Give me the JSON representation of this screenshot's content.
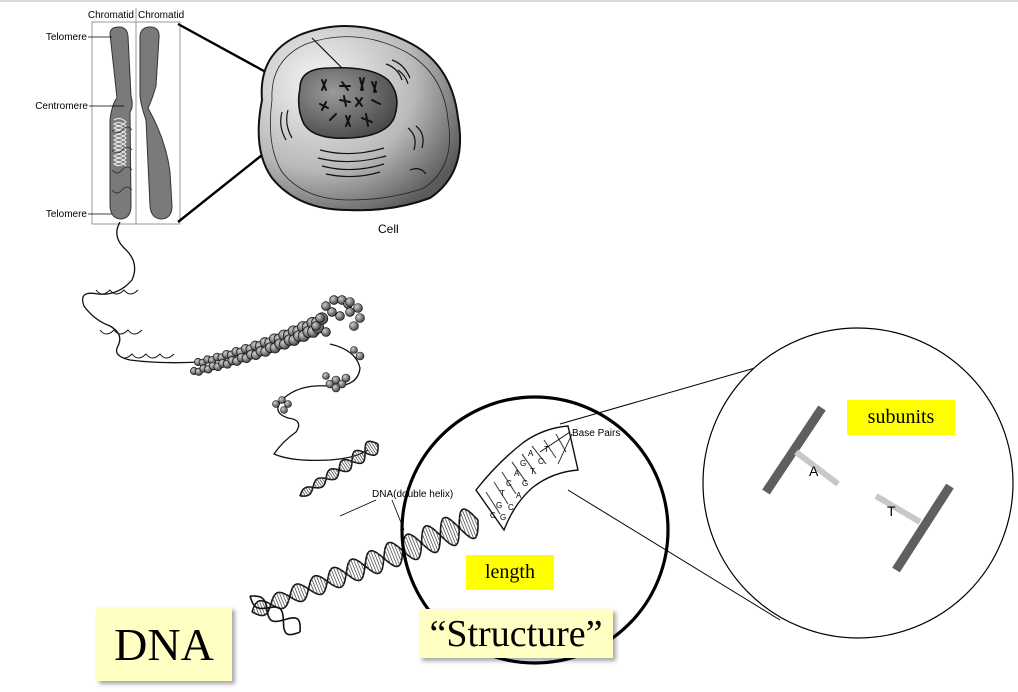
{
  "labels": {
    "chromatid_left": "Chromatid",
    "chromatid_right": "Chromatid",
    "telomere_top": "Telomere",
    "centromere": "Centromere",
    "telomere_bottom": "Telomere",
    "cell": "Cell",
    "base_pairs": "Base Pairs",
    "dna_double_helix": "DNA(double helix)",
    "base_a": "A",
    "base_t": "T"
  },
  "highlights": {
    "subunits": "subunits",
    "length": "length"
  },
  "callouts": {
    "dna": "DNA",
    "structure": "“Structure”"
  },
  "colors": {
    "highlight": "#ffff00",
    "callout_bg": "#ffffc4",
    "chromosome": "#7a7a7a",
    "backbone": "#5f5f5f",
    "base_pair": "#c8c8c8"
  }
}
